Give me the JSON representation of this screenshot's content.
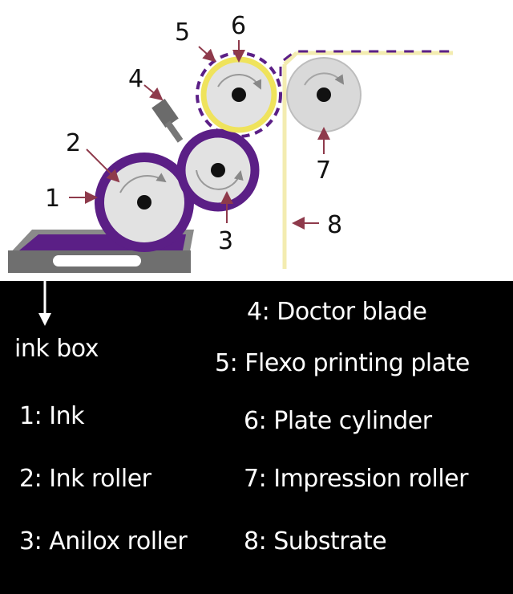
{
  "colors": {
    "ink": "#5b1f86",
    "plate_yellow": "#efe35c",
    "roller_grey": "#d9d9d9",
    "tray_grey": "#7a7a7a",
    "arrow_red": "#8e3a4b",
    "blade_grey": "#6b6b6b",
    "substrate": "#f3ecb0"
  },
  "diagram": {
    "markers": [
      "1",
      "2",
      "3",
      "4",
      "5",
      "6",
      "7",
      "8"
    ],
    "icons": [
      "ink-tray-icon",
      "ink-roller-icon",
      "anilox-roller-icon",
      "doctor-blade-icon",
      "plate-cylinder-icon",
      "impression-roller-icon",
      "substrate-web-icon"
    ]
  },
  "legend": {
    "ink_box": "ink box",
    "item1": "1: Ink",
    "item2": "2: Ink roller",
    "item3": "3: Anilox roller",
    "item4": "4: Doctor blade",
    "item5": "5: Flexo printing plate",
    "item6": "6: Plate cylinder",
    "item7": "7: Impression roller",
    "item8": "8: Substrate"
  }
}
